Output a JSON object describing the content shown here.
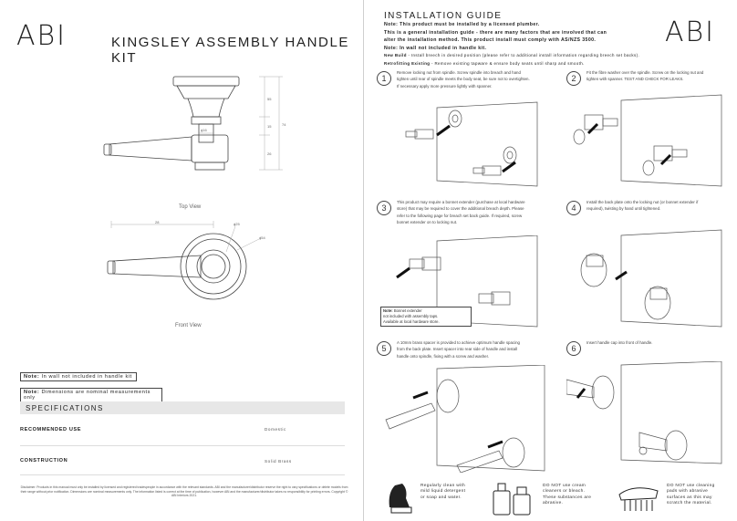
{
  "brand": "ABI",
  "left": {
    "title": "KINGSLEY ASSEMBLY HANDLE KIT",
    "top_view_label": "Top View",
    "front_view_label": "Front View",
    "dims": {
      "d55": "55",
      "d15": "15",
      "d26": "26",
      "d74": "74",
      "d16": "ϕ16",
      "d28": "28",
      "d25": "ϕ25",
      "d54": "ϕ54"
    },
    "note1_label": "Note:",
    "note1_text": "In wall not included in handle kit",
    "note2_label": "Note:",
    "note2_text": "Dimensions are nominal measurements only",
    "specs_title": "SPECIFICATIONS",
    "specs": [
      {
        "label": "RECOMMENDED USE",
        "value": "Domestic"
      },
      {
        "label": "CONSTRUCTION",
        "value": "Solid Brass"
      }
    ],
    "disclaimer": "Disclaimer: Products in this manual must only be installed by licensed and registered tradespeople in accordance with the relevant standards. ABI and the manufacturer/distributor reserve the right to vary specifications or delete models from their range without prior notification. Dimensions are nominal measurements only. The information listed is correct at the time of publication, however ABI and the manufacturer/distributor takes no responsibility for printing errors. Copyright © ABI Interiors 2021."
  },
  "right": {
    "title": "INSTALLATION GUIDE",
    "note_line1": "Note: This product must be installed by a licensed plumber.",
    "note_line2": "This is a general installation guide - there are many factors that are involved that can",
    "note_line3": "alter the installation method. This product install must comply with AS/NZS 3500.",
    "note_line4": "Note: In wall not included in handle kit.",
    "new_build_label": "New Build",
    "new_build_text": " - Install breech in desired position (please refer to additional install information regarding breech set backs).",
    "retro_label": "Retrofitting Existing",
    "retro_text": " - Remove existing tapware & ensure body seats until sharp and smooth.",
    "steps": [
      {
        "num": "1",
        "text1": "Remove locking nut from spindle. Screw spindle into breach and hand",
        "text2": "tighten until rear of spindle meets the body seat, be sure not to overtighten.",
        "text3": "If necessary apply more pressure lightly with spanner."
      },
      {
        "num": "2",
        "text1": "Fit the fibre washer over the spindle. Screw on the locking nut and",
        "text2": "tighten with spanner. TEST AND CHECK FOR LEAKS.",
        "text3": ""
      },
      {
        "num": "3",
        "text1": "This product may require a bonnet extender (purchase at local hardware",
        "text2": "store) that may be required to cover the additional breach depth. Please",
        "text3": "refer to the following page for breach set back guide. If required, screw",
        "text4": "bonnet extender on to locking nut."
      },
      {
        "num": "4",
        "text1": "Install the back plate onto the locking nut (or bonnet extender if",
        "text2": "required), twisting by hand until tightened.",
        "text3": ""
      },
      {
        "num": "5",
        "text1": "A 10mm brass spacer is provided to achieve optimum handle spacing",
        "text2": "from the back plate. Insert spacer into rear side of handle and install",
        "text3": "handle onto spindle, fixing with a screw and washer."
      },
      {
        "num": "6",
        "text1": "Insert handle cap into front of handle.",
        "text2": "",
        "text3": ""
      }
    ],
    "bonnet_note_label": "Note:",
    "bonnet_note_1": " Bonnet extender",
    "bonnet_note_2": "not included with assembly taps.",
    "bonnet_note_3": "Available at local hardware store.",
    "care": [
      {
        "l1": "Regularly clean with",
        "l2": "mild liquid detergent",
        "l3": "or soap and water."
      },
      {
        "l1": "DO NOT use cream",
        "l2": "cleaners or bleach.",
        "l3": "These substances are",
        "l4": "abrasive."
      },
      {
        "l1": "DO NOT use cleaning",
        "l2": "pads with abrasive",
        "l3": "surfaces as this may",
        "l4": "scratch the material."
      }
    ]
  }
}
